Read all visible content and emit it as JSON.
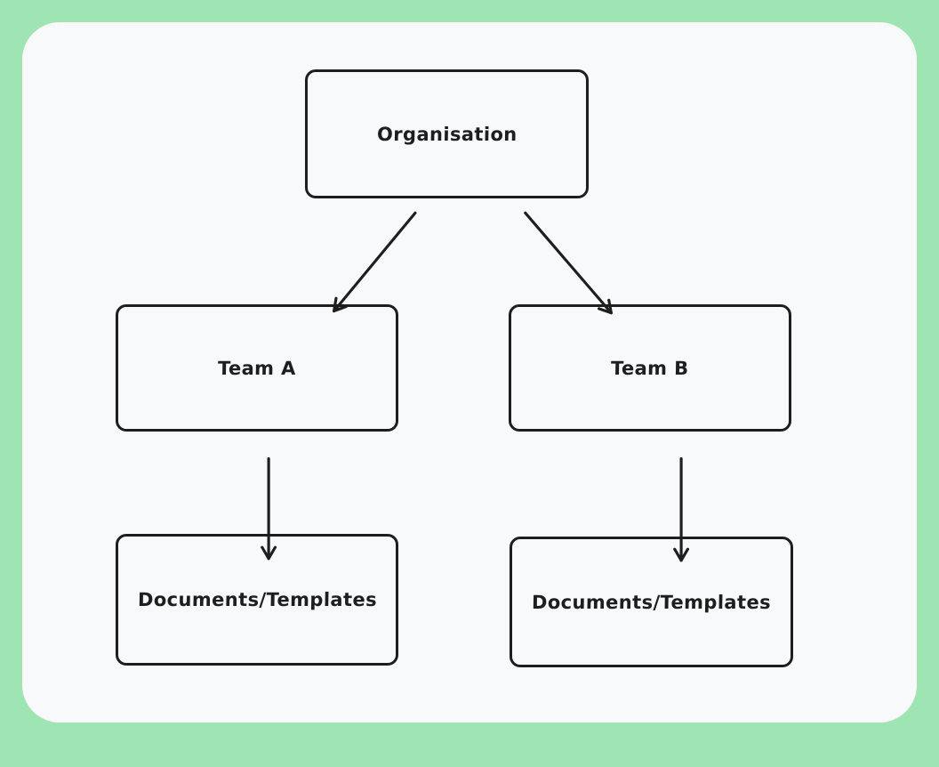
{
  "theme": {
    "frame_green": "#9fe4b3",
    "surface": "#f8f9fa",
    "stroke": "#1e1e1e",
    "text": "#1e1e1e"
  },
  "diagram": {
    "type": "org-chart",
    "nodes": {
      "organisation": {
        "label": "Organisation"
      },
      "team_a": {
        "label": "Team A"
      },
      "team_b": {
        "label": "Team B"
      },
      "docs_a": {
        "label": "Documents/Templates"
      },
      "docs_b": {
        "label": "Documents/Templates"
      }
    },
    "edges": [
      {
        "from": "organisation",
        "to": "team_a",
        "style": "arrow"
      },
      {
        "from": "organisation",
        "to": "team_b",
        "style": "arrow"
      },
      {
        "from": "team_a",
        "to": "docs_a",
        "style": "arrow"
      },
      {
        "from": "team_b",
        "to": "docs_b",
        "style": "arrow"
      }
    ]
  }
}
